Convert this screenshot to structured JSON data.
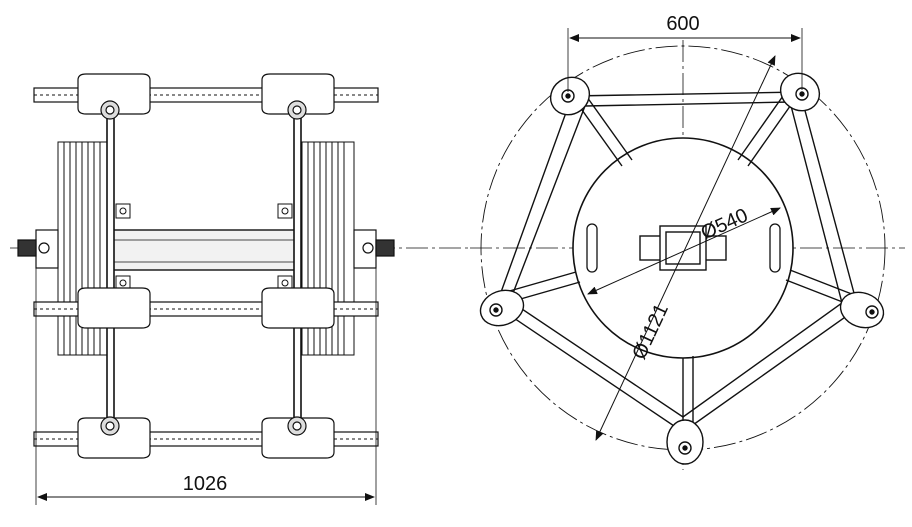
{
  "dimensions": {
    "side_width": "1026",
    "top_spacing": "600",
    "inner_diameter": "Ø540",
    "outer_diameter": "Ø1121"
  },
  "colors": {
    "ink": "#111111",
    "paper": "#ffffff",
    "shade": "#e9e9e9"
  }
}
